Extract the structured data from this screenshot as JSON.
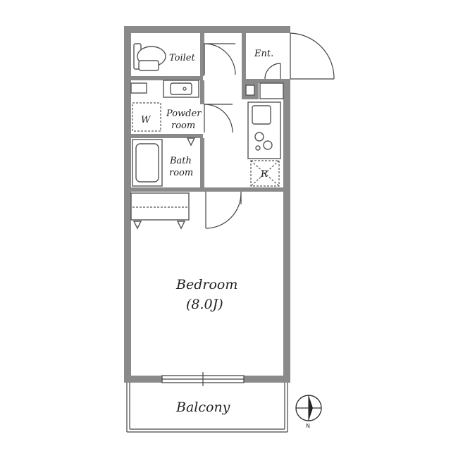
{
  "rooms": {
    "toilet": "Toilet",
    "entrance": "Ent.",
    "powder_line1": "Powder",
    "powder_line2": "room",
    "washer": "W",
    "bath_line1": "Bath",
    "bath_line2": "room",
    "refrigerator": "R",
    "bedroom": "Bedroom",
    "bedroom_size": "(8.0J)",
    "balcony": "Balcony"
  },
  "compass": {
    "north_label": "N"
  }
}
